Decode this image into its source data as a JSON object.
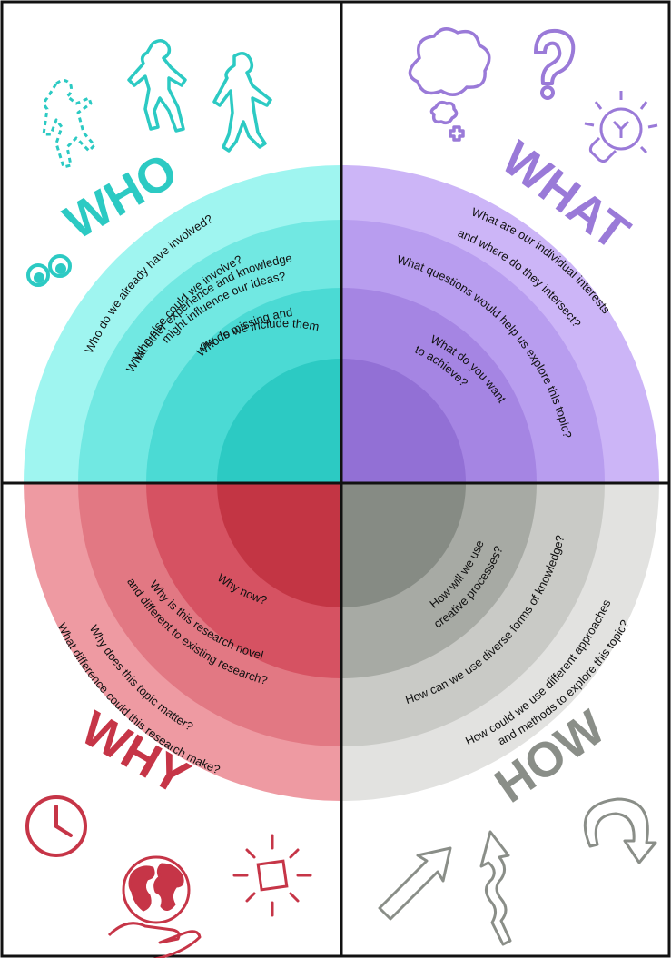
{
  "colors": {
    "who": [
      "#9ff5f0",
      "#71e8e2",
      "#4bdad4",
      "#2ccac3"
    ],
    "what": [
      "#ccb5f7",
      "#b89def",
      "#a585e3",
      "#9270d5"
    ],
    "why": [
      "#ee9aa2",
      "#e27883",
      "#d65262",
      "#c33544"
    ],
    "how": [
      "#e2e2e0",
      "#c9cac6",
      "#a7aaa4",
      "#868b84"
    ],
    "who_text": "#2ccac3",
    "what_text": "#9a7ad8",
    "why_text": "#c63547",
    "how_text": "#8a8e88",
    "border": "#111111"
  },
  "icons": {
    "who": [
      "walking-person-dashed-icon",
      "person-icon",
      "person-icon",
      "eyes-icon"
    ],
    "what": [
      "thought-cloud-icon",
      "question-mark-icon",
      "lightbulb-icon"
    ],
    "why": [
      "clock-icon",
      "globe-in-hand-icon",
      "sparkle-square-icon"
    ],
    "how": [
      "straight-arrow-icon",
      "wavy-arrow-icon",
      "circular-arrow-icon"
    ]
  },
  "quadrants": {
    "who": {
      "title": "WHO",
      "q1": "Who do we already have involved?",
      "q2a": "Who else could we involve?",
      "q2b": "What other experience and knowledge",
      "q2c": "might influence our ideas?",
      "q3a": "Who is missing and",
      "q3b": "how do we include them?"
    },
    "what": {
      "title": "WHAT",
      "q1a": "What are our individual interests",
      "q1b": "and where do they intersect?",
      "q2": "What questions would help us explore this topic?",
      "q3a": "What do you want",
      "q3b": "to achieve?"
    },
    "why": {
      "title": "WHY",
      "q1": "Why now?",
      "q2a": "Why is this research novel",
      "q2b": "and different to existing research?",
      "q3a": "Why does this topic matter?",
      "q3b": "What difference could this research make?"
    },
    "how": {
      "title": "HOW",
      "q1a": "How will we use",
      "q1b": "creative processes?",
      "q2": "How can we use diverse forms of knowledge?",
      "q3a": "How could we use different approaches",
      "q3b": "and methods to explore this topic?"
    }
  }
}
